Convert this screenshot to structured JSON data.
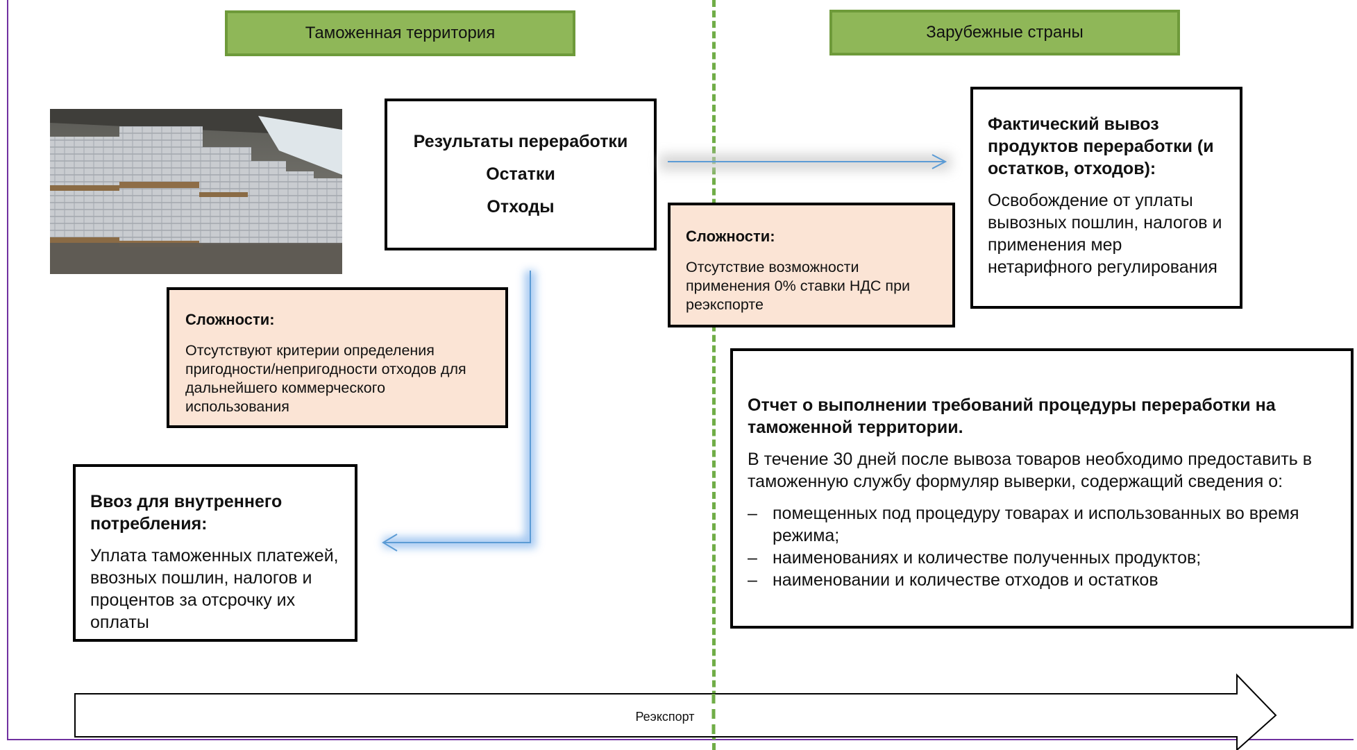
{
  "headers": {
    "left": "Таможенная территория",
    "right": "Зарубежные страны"
  },
  "results_box": {
    "lines": [
      "Результаты переработки",
      "Остатки",
      "Отходы"
    ]
  },
  "difficulty_left": {
    "title": "Сложности:",
    "text": "Отсутствуют критерии определения пригодности/непригодности отходов для дальнейшего коммерческого использования"
  },
  "difficulty_right": {
    "title": "Сложности:",
    "text": "Отсутствие возможности применения 0% ставки НДС при реэкспорте"
  },
  "import_box": {
    "title": "Ввоз для внутреннего потребления:",
    "text": "Уплата таможенных платежей, ввозных пошлин, налогов и процентов за отсрочку их оплаты"
  },
  "export_box": {
    "title": "Фактический вывоз продуктов переработки (и остатков, отходов):",
    "text": "Освобождение от уплаты вывозных пошлин, налогов и применения мер нетарифного регулирования"
  },
  "report_box": {
    "title": "Отчет о выполнении требований процедуры переработки на таможенной территории.",
    "intro": "В течение 30 дней после вывоза товаров необходимо предоставить в таможенную службу формуляр выверки, содержащий сведения о:",
    "items": [
      "помещенных под процедуру товарах и использованных во время режима;",
      "наименованиях и количестве полученных продуктов;",
      "наименовании и количестве отходов и остатков"
    ]
  },
  "timeline_arrow": {
    "label": "Реэкспорт"
  },
  "colors": {
    "header_fill": "#8fb758",
    "difficulty_fill": "#fbe4d5",
    "divider": "#70ad47",
    "frame": "#7030a0",
    "flow_arrow": "#5b9bd5"
  },
  "image": {
    "icon": "warehouse-pallets-photo"
  }
}
